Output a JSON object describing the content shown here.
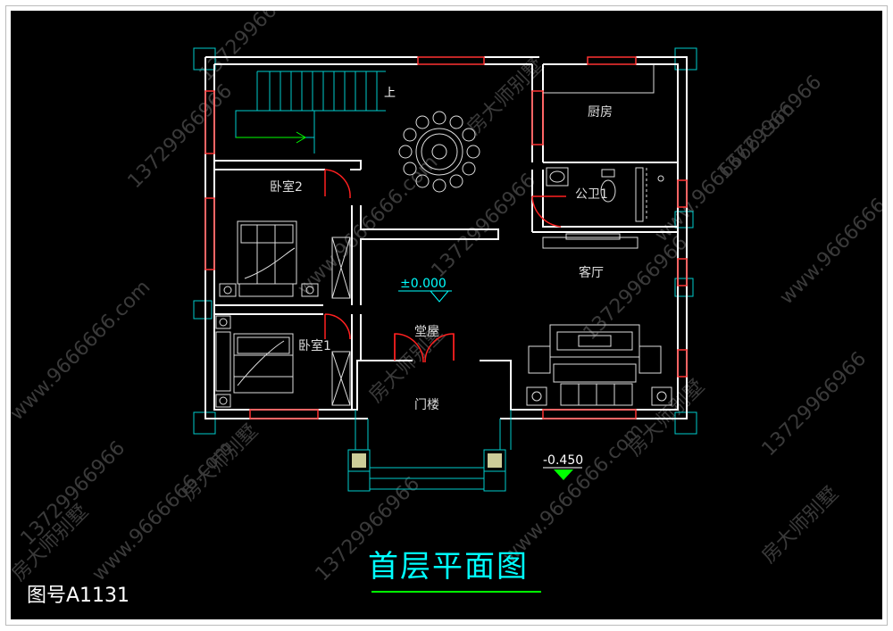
{
  "title": "首层平面图",
  "drawing_number": "图号A1131",
  "watermarks": {
    "brand": "房大师别墅",
    "phone": "13729966966",
    "site": "www.9666666.com"
  },
  "rooms": {
    "bedroom2": "卧室2",
    "bedroom1": "卧室1",
    "kitchen": "厨房",
    "public_bath": "公卫1",
    "living_room": "客厅",
    "hall": "堂屋",
    "porch": "门楼"
  },
  "stair_label": "上",
  "elevation_main": "±0.000",
  "elevation_exterior": "-0.450",
  "colors": {
    "background": "#000000",
    "wall": "#ffffff",
    "window": "#ff3333",
    "furniture": "#dddddd",
    "stairs": "#00ffff",
    "text": "#00ffff",
    "accent": "#00ff00",
    "door": "#ff2020"
  }
}
